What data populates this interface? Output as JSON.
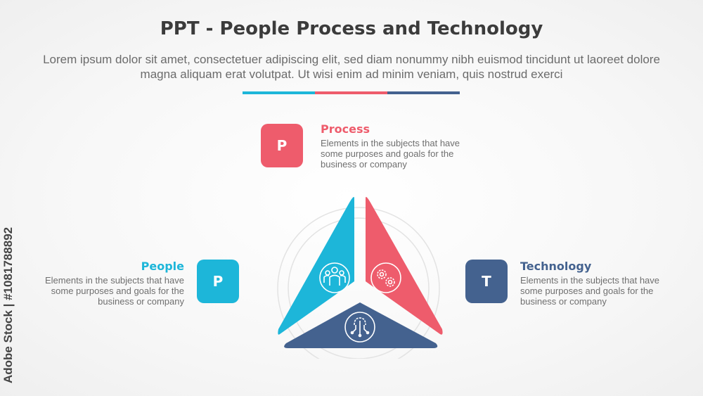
{
  "title": "PPT - People Process and Technology",
  "subtitle": "Lorem ipsum dolor sit amet, consectetuer adipiscing elit, sed diam nonummy nibh euismod tincidunt ut laoreet dolore magna aliquam erat volutpat. Ut wisi enim ad minim veniam, quis nostrud exerci",
  "colors": {
    "people": "#1db6d9",
    "process": "#ee5c6c",
    "technology": "#44628f"
  },
  "items": {
    "process": {
      "letter": "P",
      "heading": "Process",
      "description": "Elements in the subjects that have some purposes and goals for the business or company",
      "icon": "gears-icon"
    },
    "people": {
      "letter": "P",
      "heading": "People",
      "description": "Elements in the subjects that have some purposes and goals for the business or company",
      "icon": "people-group-icon"
    },
    "technology": {
      "letter": "T",
      "heading": "Technology",
      "description": "Elements in the subjects that have some purposes and goals for the business or company",
      "icon": "circuit-gear-icon"
    }
  },
  "watermark": "Adobe Stock | #1081788892"
}
